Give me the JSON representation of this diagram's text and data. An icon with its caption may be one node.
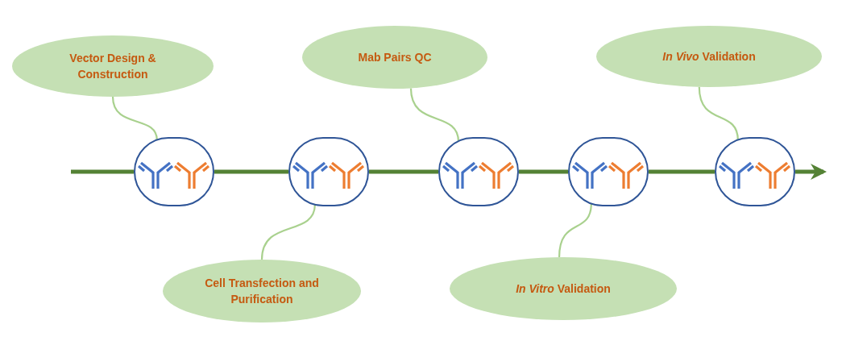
{
  "diagram": {
    "nodes": [
      {
        "text": [
          "Vector Design & Construction"
        ]
      },
      {
        "text": [
          "Mab Pairs QC"
        ]
      },
      {
        "text": [
          "*In Vivo* Validation"
        ]
      },
      {
        "text": [],
        "shape": "circle"
      },
      {
        "text": [],
        "shape": "circle"
      },
      {
        "text": [],
        "shape": "circle"
      },
      {
        "text": [],
        "shape": "circle"
      },
      {
        "text": [],
        "shape": "circle"
      },
      {
        "text": [
          "Cell Transfection and Purification"
        ]
      },
      {
        "text": [
          "*In Vitro* Validation"
        ]
      }
    ],
    "edges": [
      {
        "from": null,
        "to": 3,
        "arrow": "none"
      },
      {
        "from": 3,
        "to": 4,
        "arrow": "none"
      },
      {
        "from": 4,
        "to": 5,
        "arrow": "none"
      },
      {
        "from": 5,
        "to": 6,
        "arrow": "none"
      },
      {
        "from": 6,
        "to": 7,
        "arrow": "none"
      },
      {
        "from": 7,
        "to": null,
        "arrow": "to"
      },
      {
        "from": 0,
        "to": 3,
        "arrow": "none",
        "color": "#a9d18e"
      },
      {
        "from": 1,
        "to": 5,
        "arrow": "none",
        "color": "#a9d18e"
      },
      {
        "from": 2,
        "to": 7,
        "arrow": "none",
        "color": "#a9d18e"
      },
      {
        "from": 8,
        "to": 4,
        "arrow": "none",
        "color": "#a9d18e"
      },
      {
        "from": 9,
        "to": 6,
        "arrow": "none",
        "color": "#a9d18e"
      }
    ]
  }
}
